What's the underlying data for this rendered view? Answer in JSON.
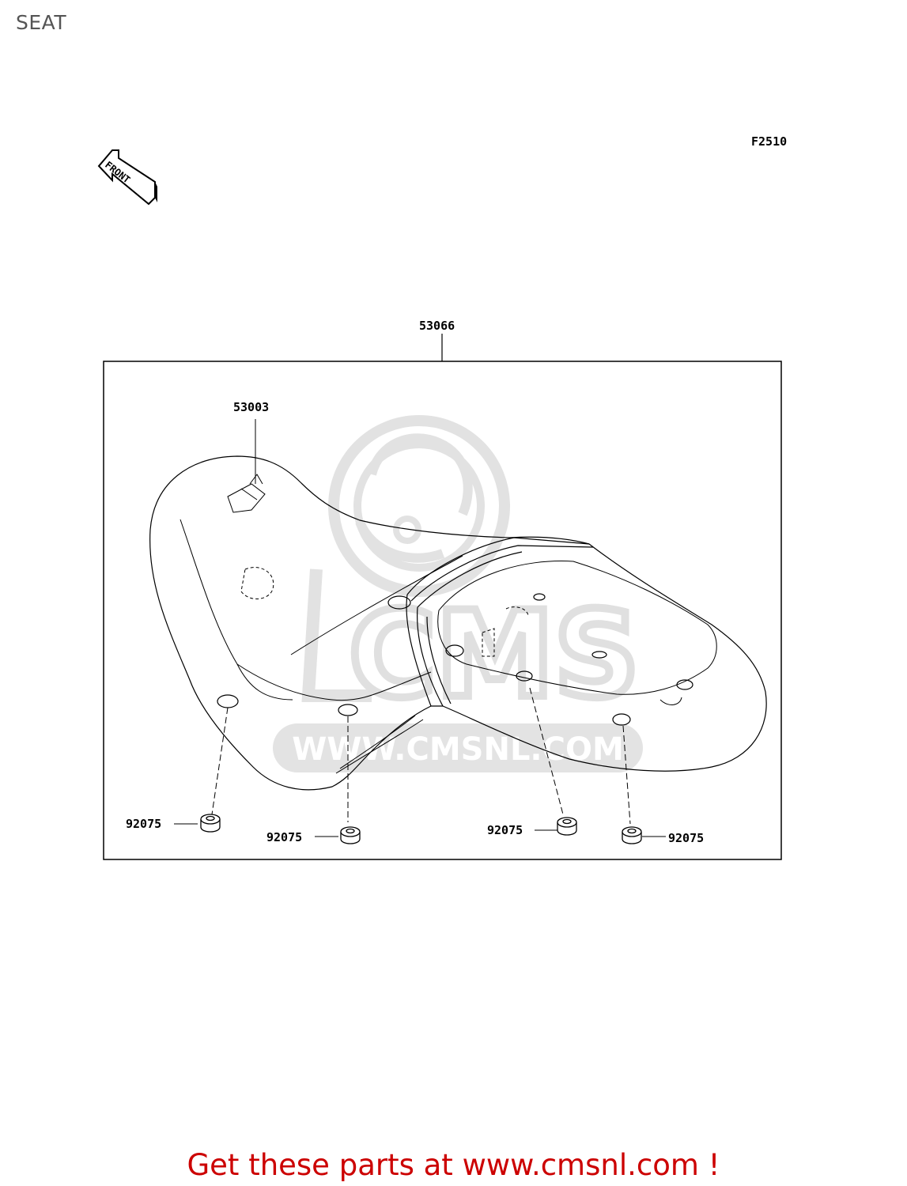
{
  "page": {
    "title": "SEAT",
    "diagram_code": "F2510",
    "front_arrow_text": "FRONT",
    "footer_cta": "Get these parts at www.cmsnl.com !",
    "accent_color": "#cc0000"
  },
  "parts": {
    "assembly": "53066",
    "cover": "53003",
    "damper_1": "92075",
    "damper_2": "92075",
    "damper_3": "92075",
    "damper_4": "92075"
  },
  "watermark": {
    "brand": "CMS",
    "url": "WWW.CMSNL.COM",
    "color": "#e3e3e3"
  }
}
